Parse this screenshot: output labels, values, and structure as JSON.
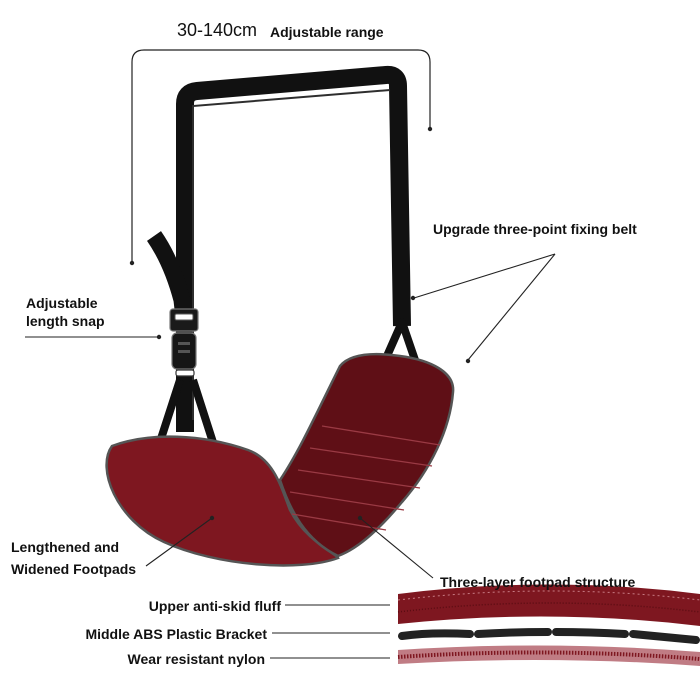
{
  "title": {
    "range_value": "30-140cm",
    "range_text": "Adjustable range"
  },
  "labels": {
    "fixing_belt": "Upgrade three-point fixing belt",
    "length_snap_line1": "Adjustable",
    "length_snap_line2": "length snap",
    "footpads_line1": "Lengthened and",
    "footpads_line2": "Widened Footpads",
    "structure": "Three-layer footpad structure"
  },
  "layers": [
    {
      "label": "Upper anti-skid fluff"
    },
    {
      "label": "Middle ABS Plastic Bracket"
    },
    {
      "label": "Wear resistant nylon"
    }
  ],
  "colors": {
    "footpad_red": "#7e1720",
    "footpad_dark": "#5f0f16",
    "strap": "#111111",
    "outline": "#555555"
  }
}
